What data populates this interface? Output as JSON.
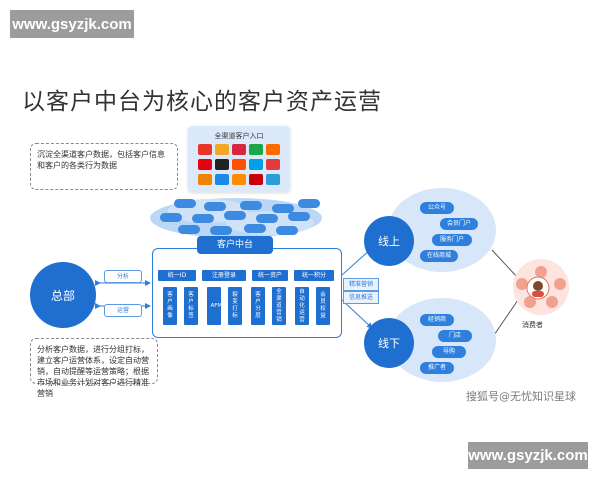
{
  "watermark": {
    "top": "www.gsyzjk.com",
    "bottom": "www.gsyzjk.com"
  },
  "title": "以客户中台为核心的客户资产运营",
  "notes": {
    "top": "沉淀全渠道客户数据，包括客户信息和客户的各类行为数据",
    "bottom": "分析客户数据，进行分组打标，建立客户运营体系，设定自动营销，自动提醒等运营策略；根据市场和业务计划对客户进行精准营销"
  },
  "channels": {
    "title": "全渠道客户入口",
    "app_colors": [
      "#e8352a",
      "#f5a623",
      "#d7263d",
      "#1aa64a",
      "#ff6a00",
      "#e60012",
      "#222222",
      "#ff5000",
      "#00a0e9",
      "#e4393c",
      "#f08300",
      "#1e88e5",
      "#ff8c00",
      "#c7000b",
      "#2d9cdb"
    ]
  },
  "hub": {
    "tag": "客户中台",
    "headers": [
      "统一ID",
      "注册登录",
      "统一资产",
      "统一积分"
    ],
    "columns": [
      "客户画像",
      "客户标签",
      "AFM",
      "裂变打标",
      "客户分层",
      "全渠道营销",
      "自动化运营",
      "会员权益"
    ]
  },
  "left": {
    "hq": "总部",
    "analyze": "分析",
    "operate": "运营"
  },
  "mid_labels": {
    "a": "精准营销",
    "b": "信息推送"
  },
  "online": {
    "label": "线上",
    "items": [
      "公众号",
      "会员门户",
      "服务门户",
      "在线商城"
    ]
  },
  "offline": {
    "label": "线下",
    "items": [
      "经销商",
      "门店",
      "导购",
      "推广者"
    ]
  },
  "consumer": "消费者",
  "source": "搜狐号@无忧知识星球"
}
